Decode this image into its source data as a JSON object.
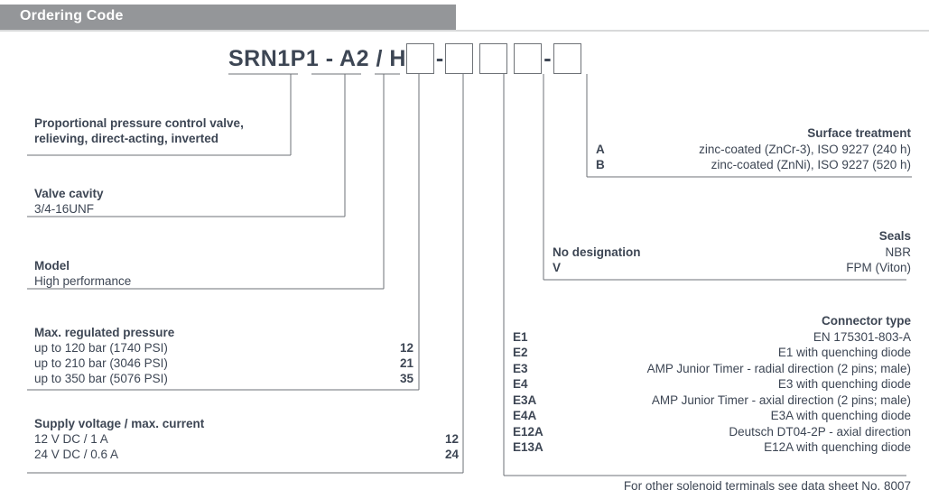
{
  "header": {
    "title": "Ordering Code"
  },
  "code": {
    "prefix": "SRN1P1 - A2 / H",
    "dash": "-",
    "boxes": [
      "",
      "",
      "",
      "",
      ""
    ]
  },
  "left_blocks": [
    {
      "id": "product",
      "title_line1": "Proportional pressure control valve,",
      "title_line2": "relieving, direct-acting, inverted"
    },
    {
      "id": "valve-cavity",
      "title": "Valve cavity",
      "rows": [
        {
          "label": "3/4-16UNF",
          "code": ""
        }
      ]
    },
    {
      "id": "model",
      "title": "Model",
      "rows": [
        {
          "label": "High performance",
          "code": ""
        }
      ]
    },
    {
      "id": "max-regulated-pressure",
      "title": "Max. regulated pressure",
      "rows": [
        {
          "label": "up to 120 bar (1740 PSI)",
          "code": "12"
        },
        {
          "label": "up to 210 bar (3046 PSI)",
          "code": "21"
        },
        {
          "label": "up to 350 bar (5076 PSI)",
          "code": "35"
        }
      ]
    },
    {
      "id": "supply-voltage",
      "title": "Supply voltage / max. current",
      "rows": [
        {
          "label": "12 V DC / 1 A",
          "code": "12"
        },
        {
          "label": "24 V DC / 0.6 A",
          "code": "24"
        }
      ]
    }
  ],
  "right_blocks": [
    {
      "id": "surface-treatment",
      "title": "Surface treatment",
      "rows": [
        {
          "key": "A",
          "val": "zinc-coated (ZnCr-3), ISO 9227 (240 h)"
        },
        {
          "key": "B",
          "val": "zinc-coated (ZnNi), ISO 9227 (520 h)"
        }
      ]
    },
    {
      "id": "seals",
      "title": "Seals",
      "rows": [
        {
          "key": "No designation",
          "val": "NBR"
        },
        {
          "key": "V",
          "val": "FPM (Viton)"
        }
      ]
    },
    {
      "id": "connector-type",
      "title": "Connector type",
      "rows": [
        {
          "key": "E1",
          "val": "EN 175301-803-A"
        },
        {
          "key": "E2",
          "val": "E1 with quenching diode"
        },
        {
          "key": "E3",
          "val": "AMP Junior Timer - radial direction (2 pins; male)"
        },
        {
          "key": "E4",
          "val": "E3 with quenching diode"
        },
        {
          "key": "E3A",
          "val": "AMP Junior Timer - axial direction (2 pins; male)"
        },
        {
          "key": "E4A",
          "val": "E3A with quenching diode"
        },
        {
          "key": "E12A",
          "val": "Deutsch DT04-2P - axial direction"
        },
        {
          "key": "E13A",
          "val": "E12A with quenching diode"
        }
      ]
    }
  ],
  "footnote": "For other solenoid terminals see data sheet No. 8007",
  "colors": {
    "header_bg": "#949699",
    "header_text": "#ffffff",
    "body_text": "#3d4654",
    "line": "#6e7277",
    "rule": "#d8d9da"
  }
}
